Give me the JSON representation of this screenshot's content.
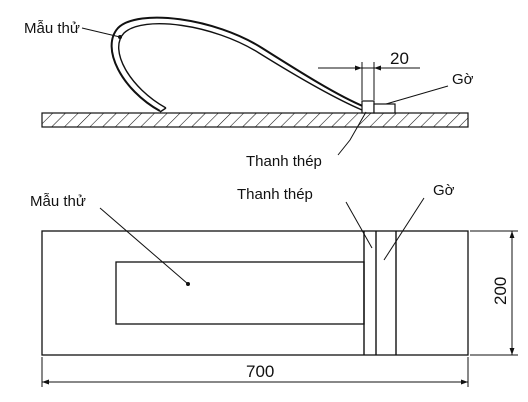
{
  "labels": {
    "sample_top": "Mẫu thử",
    "ridge_top": "Gờ",
    "bar_top": "Thanh thép",
    "dim_gap": "20",
    "sample_bottom": "Mẫu thử",
    "bar_bottom": "Thanh thép",
    "ridge_bottom": "Gờ",
    "dim_width": "700",
    "dim_height": "200"
  }
}
